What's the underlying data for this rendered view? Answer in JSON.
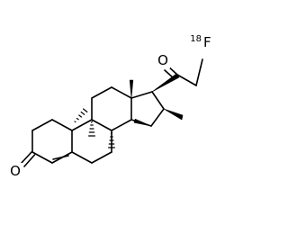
{
  "molecule": {
    "atoms": {
      "ketone_oxygen_ring_a": "O",
      "ketone_oxygen_side_chain": "O",
      "fluorine": "F",
      "fluorine_isotope": "18"
    }
  }
}
